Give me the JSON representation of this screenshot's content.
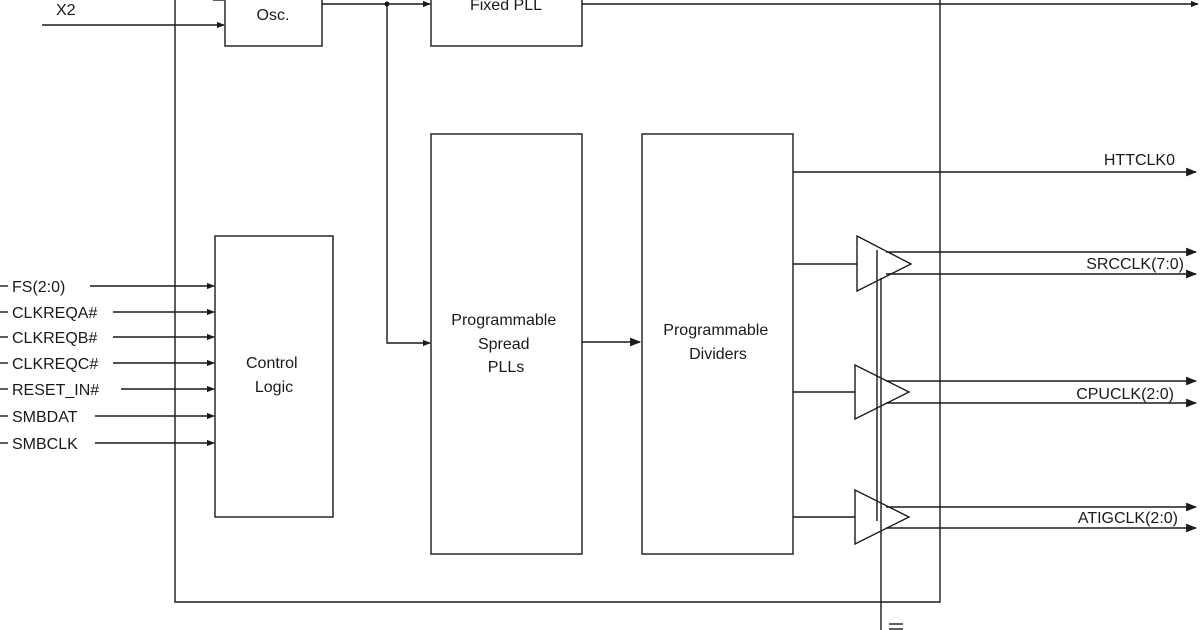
{
  "blocks": {
    "osc": "Osc.",
    "fixed_pll": "Fixed PLL",
    "control_logic": [
      "Control",
      "Logic"
    ],
    "spread_plls": [
      "Programmable",
      "Spread",
      "PLLs"
    ],
    "dividers": [
      "Programmable",
      "Dividers"
    ]
  },
  "inputs": {
    "x2": "X2",
    "fs": "FS(2:0)",
    "clkreqa": "CLKREQA#",
    "clkreqb": "CLKREQB#",
    "clkreqc": "CLKREQC#",
    "reset_in": "RESET_IN#",
    "smbdat": "SMBDAT",
    "smbclk": "SMBCLK"
  },
  "outputs": {
    "httclk0": "HTTCLK0",
    "srcclk": "SRCCLK(7:0)",
    "cpuclk": "CPUCLK(2:0)",
    "atigclk": "ATIGCLK(2:0)"
  },
  "icons": {
    "buffers": "triangle-buffer-icon",
    "ground": "ground-icon"
  }
}
